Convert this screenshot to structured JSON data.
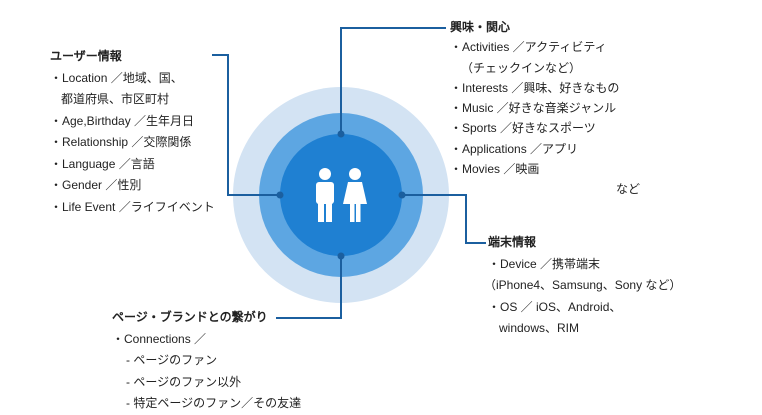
{
  "colors": {
    "outer_ring": "#d3e3f3",
    "middle_ring": "#5da6e2",
    "inner_circle": "#1f80d2",
    "connector": "#1b5f9f",
    "figure": "#ffffff"
  },
  "center": {
    "icon": "people-icon"
  },
  "user_info": {
    "title": "ユーザー情報",
    "items": [
      "・Location ／地域、国、",
      "都道府県、市区町村",
      "・Age,Birthday ／生年月日",
      "・Relationship ／交際関係",
      "・Language ／言語",
      "・Gender ／性別",
      "・Life Event ／ライフイベント"
    ]
  },
  "interests": {
    "title": "興味・関心",
    "items": [
      "・Activities ／アクティビティ",
      "（チェックインなど）",
      "・Interests ／興味、好きなもの",
      "・Music ／好きな音楽ジャンル",
      "・Sports ／好きなスポーツ",
      "・Applications ／アプリ",
      "・Movies ／映画"
    ],
    "etc": "など"
  },
  "device_info": {
    "title": "端末情報",
    "items": [
      "・Device ／携帯端末",
      "（iPhone4、Samsung、Sony など）",
      "・OS ／ iOS、Android、",
      "windows、RIM"
    ]
  },
  "page_brand": {
    "title": "ページ・ブランドとの繋がり",
    "items": [
      "・Connections ／",
      "- ページのファン",
      "- ページのファン以外",
      "- 特定ページのファン／その友達"
    ]
  }
}
